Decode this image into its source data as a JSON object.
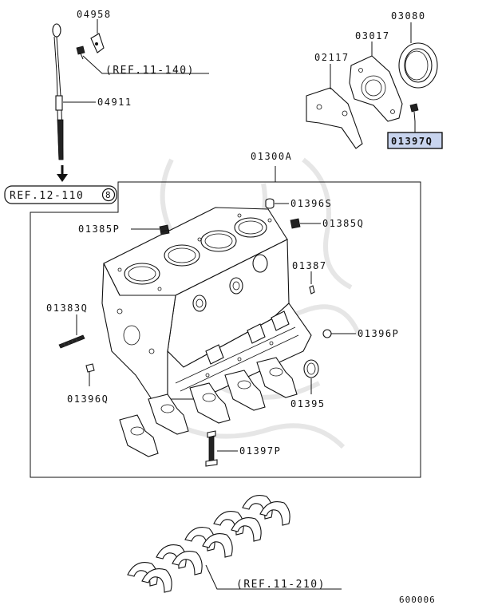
{
  "colors": {
    "ink": "#111111",
    "highlight": "#c8d4ee",
    "background": "#ffffff",
    "watermark": "#e6e6e6"
  },
  "labels": {
    "p04958": "04958",
    "p04911": "04911",
    "p03080": "03080",
    "p03017": "03017",
    "p02117": "02117",
    "p01397q": "01397Q",
    "p01300a": "01300A",
    "p01396s": "01396S",
    "p01385p": "01385P",
    "p01385q": "01385Q",
    "p01387": "01387",
    "p01383q": "01383Q",
    "p01396p": "01396P",
    "p01396q": "01396Q",
    "p01395": "01395",
    "p01397p": "01397P"
  },
  "refs": {
    "ref_11_140": "(REF.11-140)",
    "ref_12_110": "REF.12-110",
    "ref_12_110_circle": "8",
    "ref_11_210": "(REF.11-210)"
  },
  "diagram_code": "600006"
}
